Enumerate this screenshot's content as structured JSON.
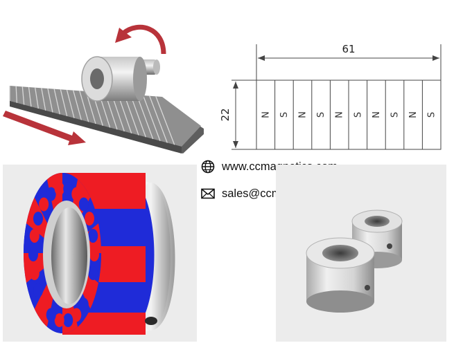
{
  "contact": {
    "website": "www.ccmagnetics.com",
    "email": "sales@ccmagnetics.com",
    "website_icon": "globe-icon",
    "email_icon": "envelope-icon"
  },
  "diagram": {
    "width_label": "61",
    "height_label": "22",
    "poles": [
      "N",
      "S",
      "N",
      "S",
      "N",
      "S",
      "N",
      "S",
      "N",
      "S"
    ]
  },
  "colors": {
    "pole_red": "#ee1c23",
    "pole_blue": "#1f2bd8",
    "arrow_red": "#b8333a",
    "metal_light": "#e6e6e6",
    "metal_dark": "#8a8a8a"
  }
}
